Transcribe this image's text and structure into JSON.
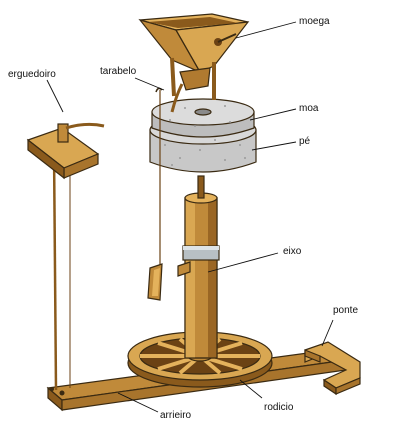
{
  "labels": {
    "moega": "moega",
    "tarabelo": "tarabelo",
    "erguedoiro": "erguedoiro",
    "moa": "moa",
    "pe": "pé",
    "eixo": "eixo",
    "ponte": "ponte",
    "rodicio": "rodicio",
    "arrieiro": "arrieiro"
  },
  "colors": {
    "wood_light": "#d9a752",
    "wood_mid": "#c08a3a",
    "wood_dark": "#8a5a1c",
    "stone_light": "#d8d8d8",
    "stone_mid": "#c2c2c2",
    "metal": "#b8c0c4",
    "outline": "#3a2a12"
  }
}
